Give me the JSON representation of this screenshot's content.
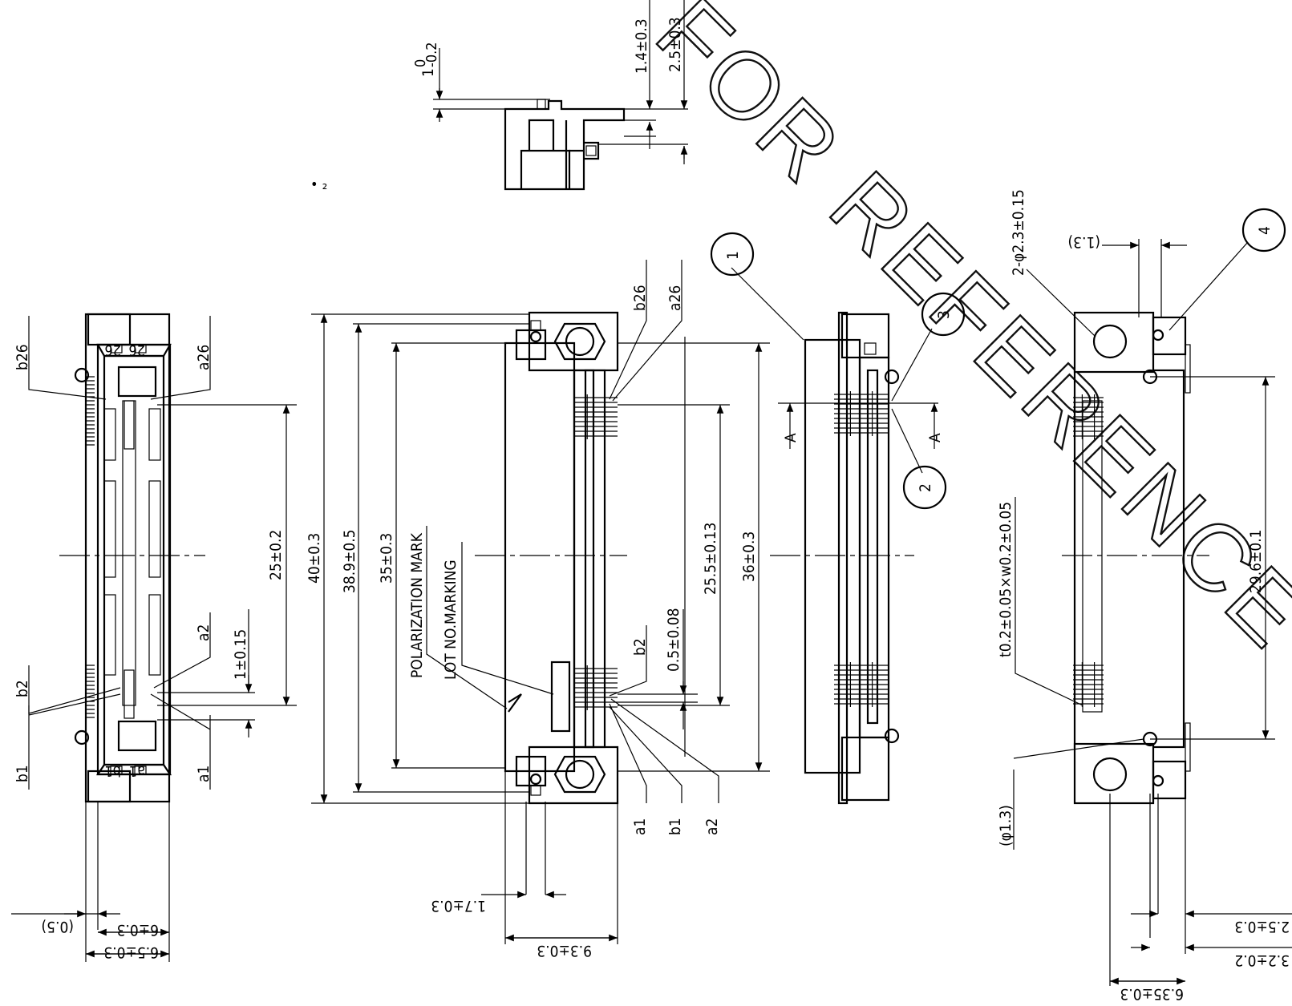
{
  "watermark": "FOR REFERENCE",
  "views": {
    "top_view": {
      "dims": [
        "1.4±0.3",
        "2.5±0.3"
      ],
      "tolerance": {
        "nominal": "1",
        "upper": "0",
        "lower": "-0.2"
      }
    },
    "left_view": {
      "pin_labels": [
        "b26",
        "a26",
        "b2",
        "a2",
        "b1",
        "a1"
      ],
      "marks": [
        "26",
        "26",
        "b1",
        "a1"
      ],
      "dims": [
        "25±0.2",
        "1±0.15",
        "(0.5)",
        "6±0.3",
        "6.5±0.3"
      ]
    },
    "front_view": {
      "pin_labels": [
        "b26",
        "a26",
        "b2",
        "a1",
        "b1",
        "a2"
      ],
      "text_labels": [
        "POLARIZATION MARK",
        "LOT NO.MARKING"
      ],
      "dims": [
        "40±0.3",
        "38.9±0.5",
        "35±0.3",
        "25.5±0.13",
        "0.5±0.08",
        "36±0.3",
        "1.7±0.3",
        "9.3±0.3"
      ]
    },
    "section_view": {
      "section_mark": "A",
      "balloons": [
        "1",
        "3",
        "2"
      ]
    },
    "bottom_view": {
      "balloons": [
        "4"
      ],
      "dims": [
        "(1.3)",
        "2-φ2.3±0.15",
        "t0.2±0.05×w0.2±0.05",
        "29.6±0.1",
        "(φ1.3)",
        "2.5±0.3",
        "3.2±0.2",
        "6.35±0.3"
      ]
    }
  }
}
